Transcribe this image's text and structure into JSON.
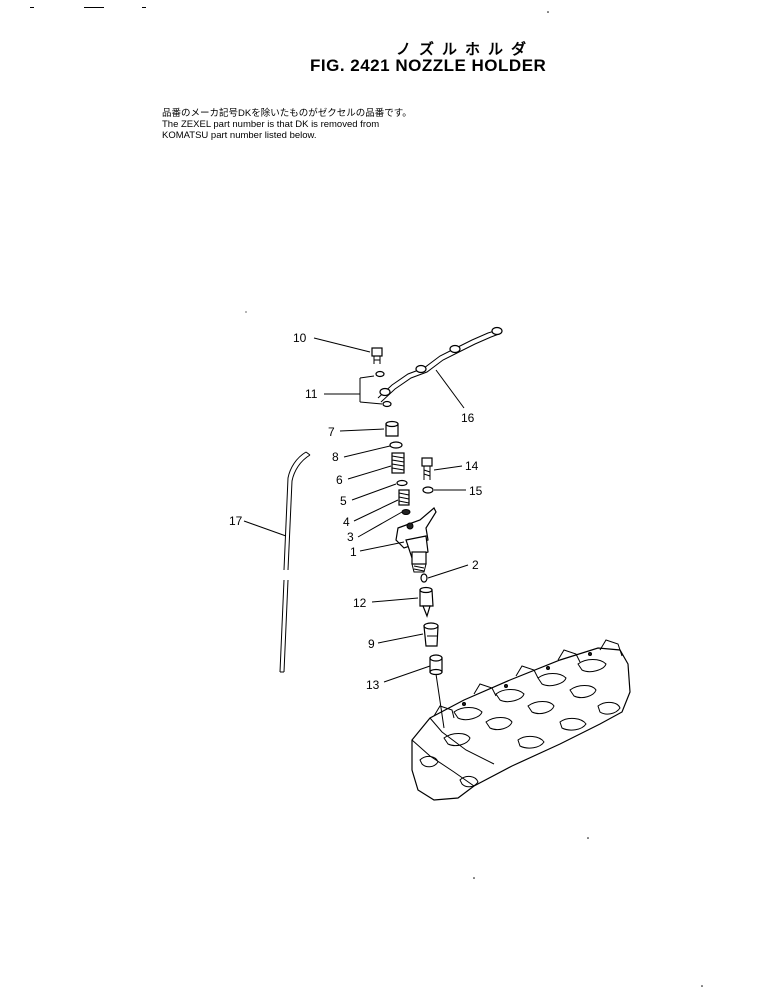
{
  "figure": {
    "title_jp": "ノズルホルダ",
    "title": "FIG. 2421  NOZZLE HOLDER"
  },
  "note": {
    "line1": "品番のメーカ記号DKを除いたものがゼクセルの品番です。",
    "line2": "The ZEXEL part number is that DK is removed from",
    "line3": "KOMATSU part number listed below."
  },
  "callouts": {
    "c1": "1",
    "c2": "2",
    "c3": "3",
    "c4": "4",
    "c5": "5",
    "c6": "6",
    "c7": "7",
    "c8": "8",
    "c9": "9",
    "c10": "10",
    "c11": "11",
    "c12": "12",
    "c13": "13",
    "c14": "14",
    "c15": "15",
    "c16": "16",
    "c17": "17"
  }
}
